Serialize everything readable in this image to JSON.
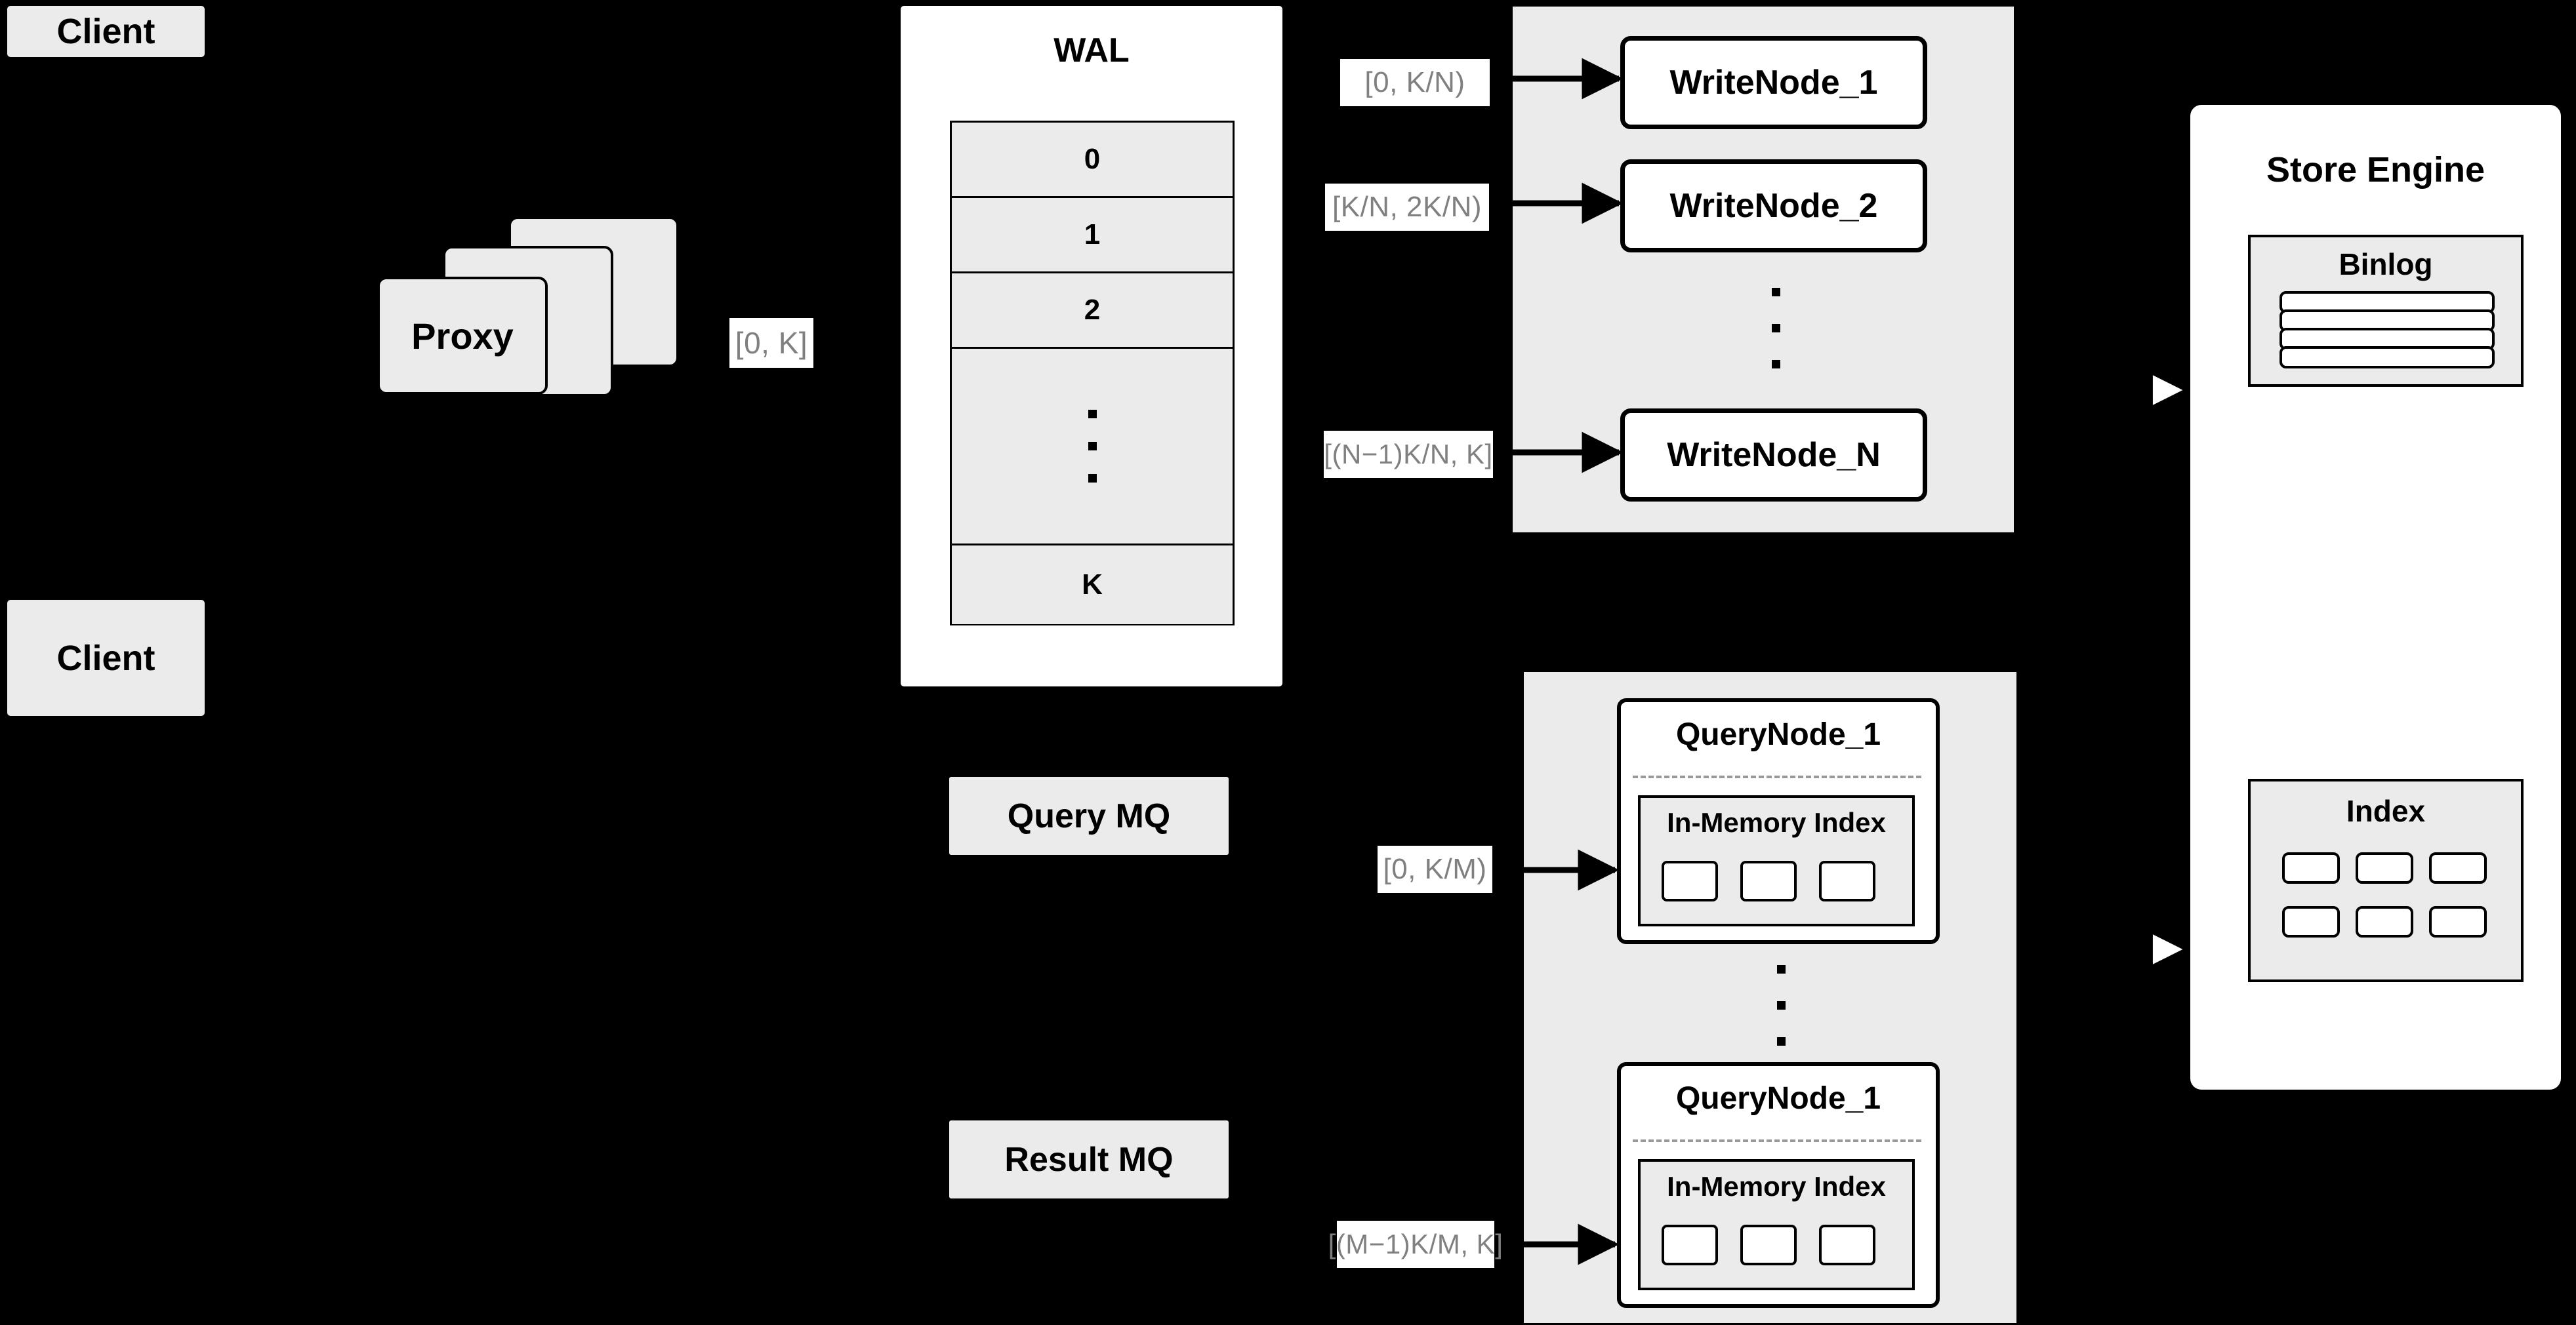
{
  "diagram": {
    "clients": [
      {
        "label": "Client"
      },
      {
        "label": "Client"
      }
    ],
    "proxy": {
      "label": "Proxy",
      "stack_count": 3
    },
    "proxy_range_label": "[0, K]",
    "wal": {
      "title": "WAL",
      "rows": [
        "0",
        "1",
        "2",
        "⋮",
        "K"
      ]
    },
    "queues": [
      {
        "label": "Query MQ"
      },
      {
        "label": "Result MQ"
      }
    ],
    "write_nodes": {
      "nodes": [
        {
          "label": "WriteNode_1",
          "range": "[0,  K/N)"
        },
        {
          "label": "WriteNode_2",
          "range": "[K/N, 2K/N)"
        },
        {
          "label": "WriteNode_N",
          "range": "[(N−1)K/N,  K]"
        }
      ],
      "ellipsis": "⋮"
    },
    "query_nodes": {
      "nodes": [
        {
          "label": "QueryNode_1",
          "range": "[0, K/M)",
          "index": {
            "title": "In-Memory Index",
            "cell_count": 3
          }
        },
        {
          "label": "QueryNode_1",
          "range": "[(M−1)K/M, K]",
          "index": {
            "title": "In-Memory Index",
            "cell_count": 3
          }
        }
      ],
      "ellipsis": "⋮"
    },
    "store_engine": {
      "title": "Store Engine",
      "binlog": {
        "title": "Binlog",
        "bar_count": 4
      },
      "index": {
        "title": "Index",
        "cell_count": 6
      }
    },
    "colors": {
      "background": "#000000",
      "fill_gray": "#ebebeb",
      "fill_white": "#ffffff",
      "stroke": "#000000",
      "label_text": "#808080",
      "dashed_separator": "#999999"
    }
  }
}
